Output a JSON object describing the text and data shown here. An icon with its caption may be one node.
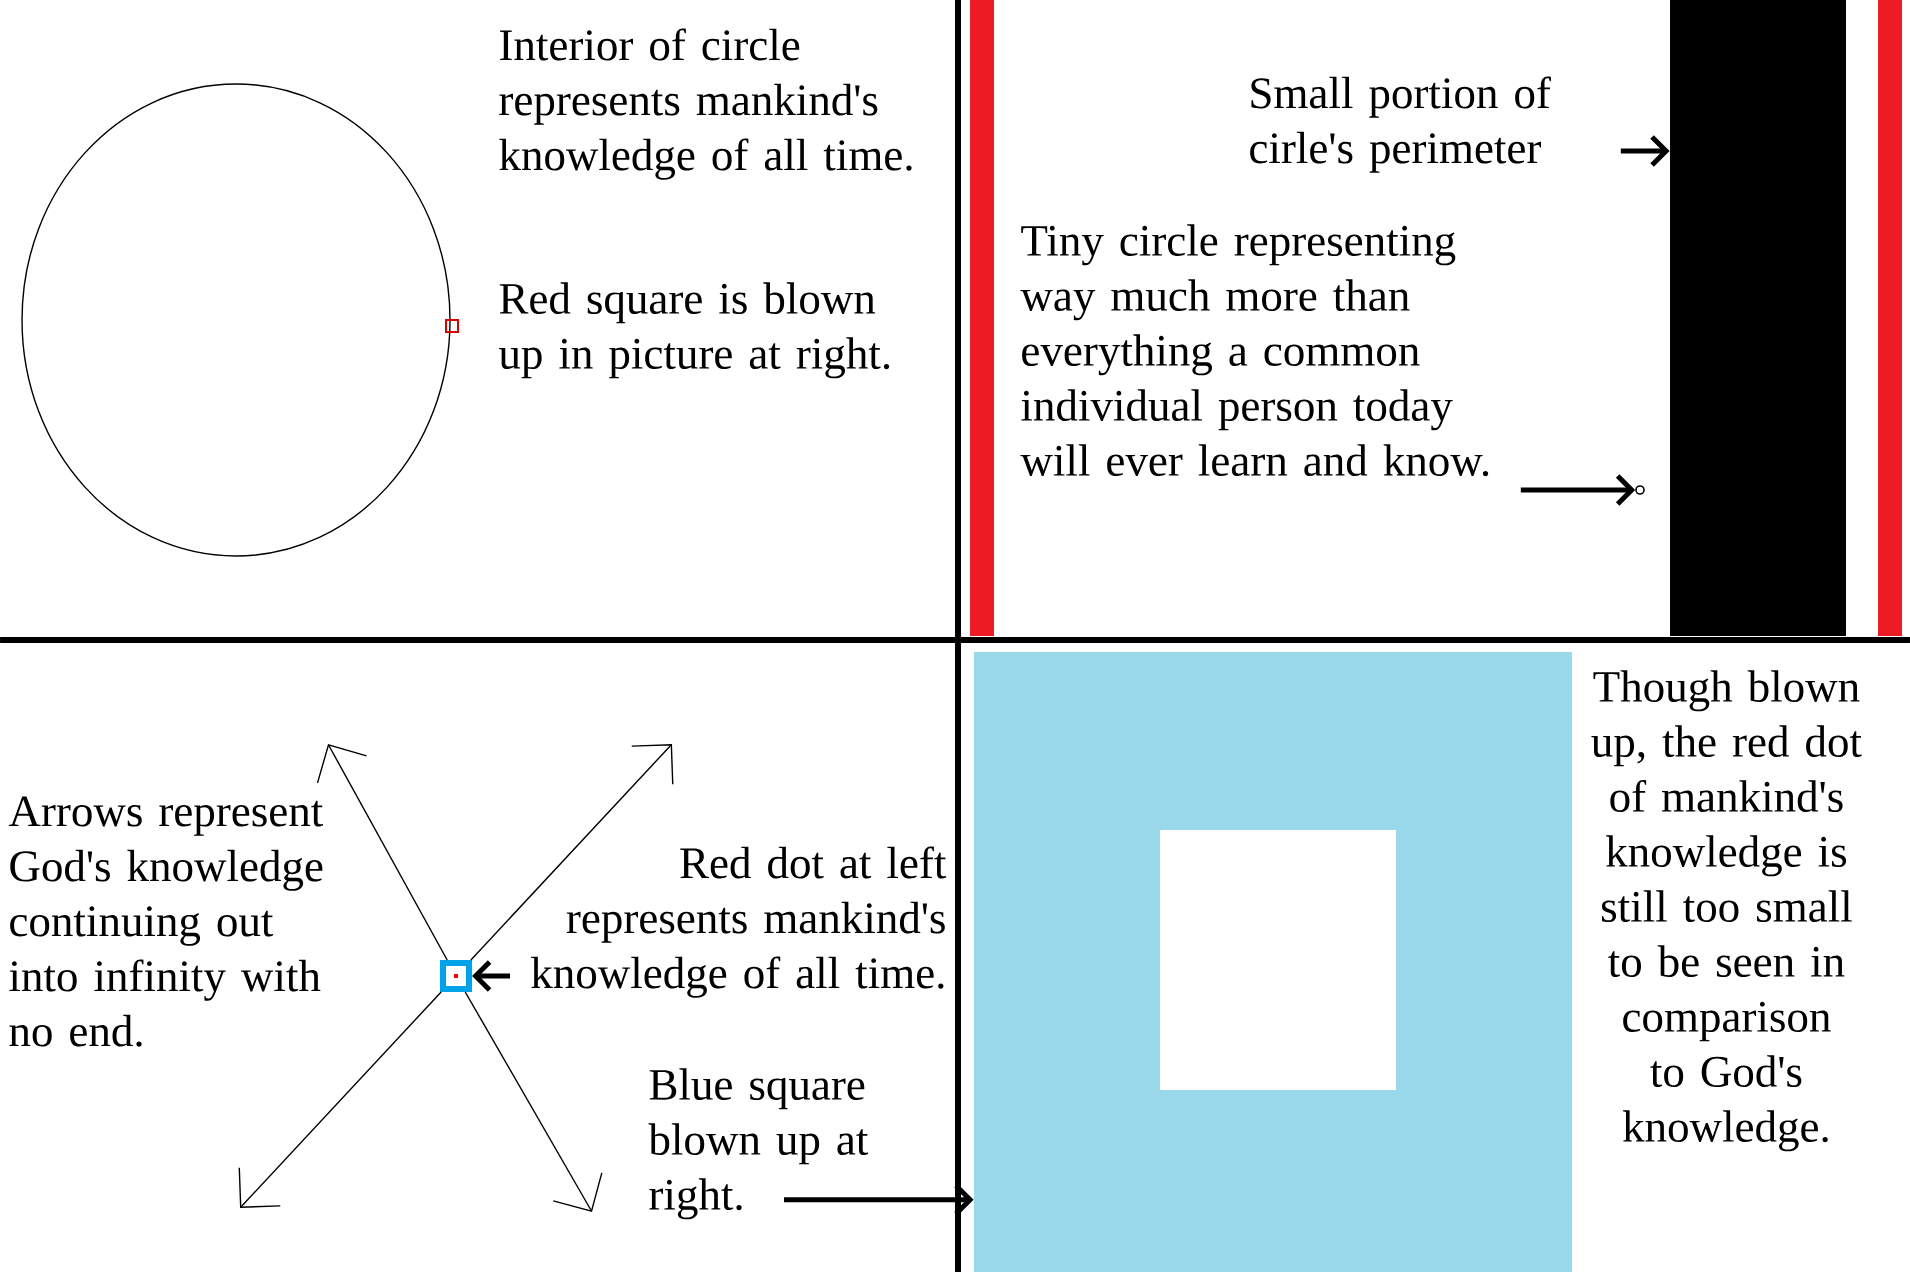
{
  "diagram": {
    "nodes": [
      {
        "text": [
          "Small portion of cirle's perimeter"
        ]
      },
      {
        "text": [],
        "shape": "bar"
      },
      {
        "text": [
          "Tiny circle representing way much more than everything a common individual person today will ever learn and know."
        ]
      },
      {
        "text": [],
        "shape": "circle"
      },
      {
        "text": [],
        "shape": "box"
      },
      {
        "text": [
          "Red dot at left represents mankind's knowledge of all time."
        ]
      },
      {
        "text": [
          "Blue square blown up at right."
        ]
      },
      {
        "text": [],
        "shape": "box"
      },
      {
        "text": [],
        "shape": "box",
        "in": 7
      }
    ],
    "edges": [
      {
        "from": 0,
        "to": 1,
        "arrow": "to",
        "style": "thick"
      },
      {
        "from": 2,
        "to": 3,
        "arrow": "to",
        "style": "thick"
      },
      {
        "from": 5,
        "to": 4,
        "arrow": "to",
        "style": "thick"
      },
      {
        "from": 6,
        "to": 7,
        "arrow": "to",
        "style": "thick"
      },
      {
        "from": 4,
        "to": null,
        "arrow": "to"
      },
      {
        "from": 4,
        "to": null,
        "arrow": "to"
      },
      {
        "from": 4,
        "to": null,
        "arrow": "to"
      },
      {
        "from": 4,
        "to": null,
        "arrow": "to"
      }
    ],
    "labels": [
      "Interior of circle represents mankind's knowledge of all time.",
      "Red square is blown up in picture at right.",
      "Arrows represent God's knowledge continuing out into infinity with no end.",
      "Though blown up, the red dot of mankind's knowledge is still too small to be seen in comparison to God's knowledge."
    ]
  }
}
